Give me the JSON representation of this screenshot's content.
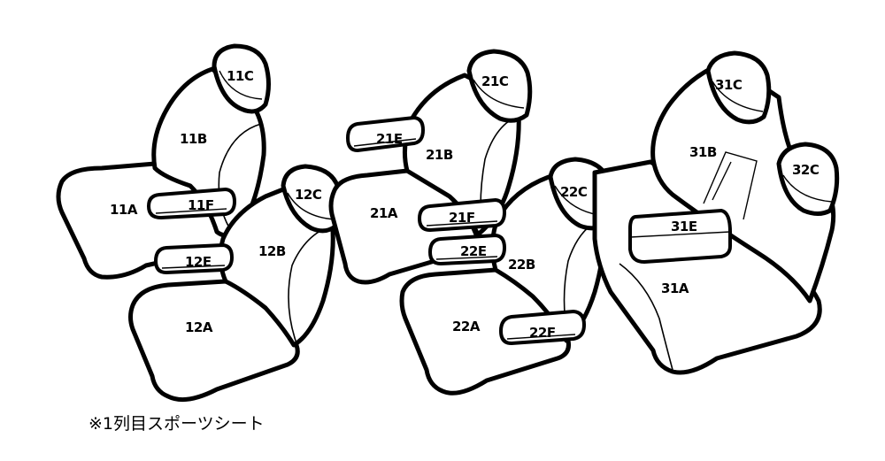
{
  "parts": {
    "s11C": "11C",
    "s11B": "11B",
    "s11A": "11A",
    "s11F": "11F",
    "s12C": "12C",
    "s12B": "12B",
    "s12A": "12A",
    "s12E": "12E",
    "s21C": "21C",
    "s21E": "21E",
    "s21B": "21B",
    "s21A": "21A",
    "s21F": "21F",
    "s22C": "22C",
    "s22E": "22E",
    "s22B": "22B",
    "s22A": "22A",
    "s22F": "22F",
    "s31C": "31C",
    "s32C": "32C",
    "s31B": "31B",
    "s31E": "31E",
    "s31A": "31A"
  },
  "note": "※1列目スポーツシート"
}
